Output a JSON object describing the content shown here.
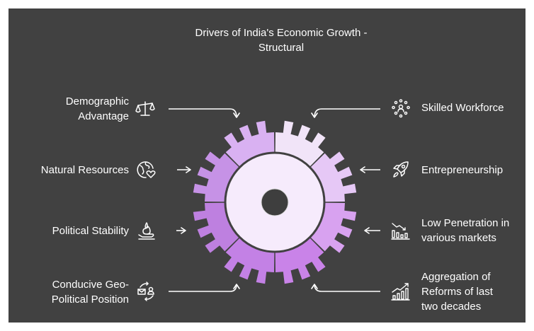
{
  "title": {
    "line1": "Drivers of India's Economic Growth -",
    "line2": "Structural"
  },
  "drivers_left": [
    {
      "lines": [
        "Demographic",
        "Advantage"
      ],
      "icon": "balance-scale-icon"
    },
    {
      "lines": [
        "Natural Resources"
      ],
      "icon": "globe-heart-icon"
    },
    {
      "lines": [
        "Political Stability"
      ],
      "icon": "hand-flame-icon"
    },
    {
      "lines": [
        "Conducive Geo-",
        "Political Position"
      ],
      "icon": "mail-person-cycle-icon"
    }
  ],
  "drivers_right": [
    {
      "lines": [
        "Skilled Workforce"
      ],
      "icon": "network-people-icon"
    },
    {
      "lines": [
        "Entrepreneurship"
      ],
      "icon": "rocket-icon"
    },
    {
      "lines": [
        "Low Penetration in",
        "various markets"
      ],
      "icon": "declining-chart-icon"
    },
    {
      "lines": [
        "Aggregation of",
        "Reforms of last",
        "two decades"
      ],
      "icon": "rising-chart-icon"
    }
  ],
  "colors": {
    "background": "#414141",
    "text": "#ffffff",
    "gear_segments": [
      "#f1e4f8",
      "#e6c8f6",
      "#d8a2f0",
      "#c983e8",
      "#c381e5",
      "#be80e0",
      "#c692e6",
      "#d9b1f2"
    ],
    "hub": "#3e3e3e",
    "hub_ring": "#f6ebfc"
  }
}
